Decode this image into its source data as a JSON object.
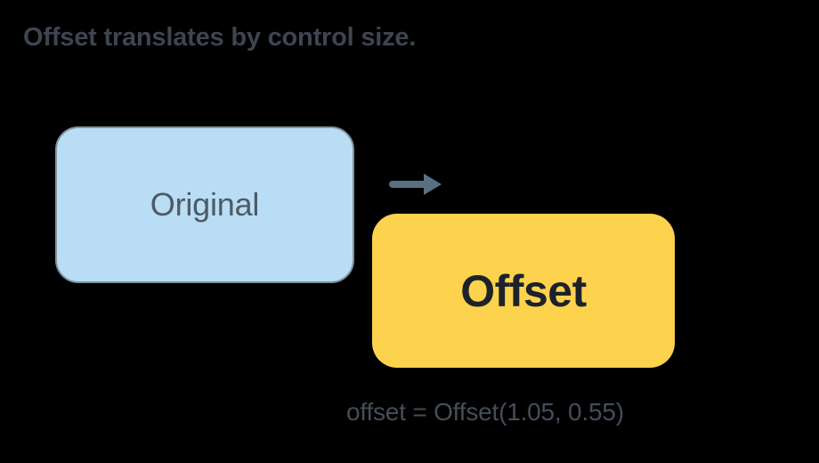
{
  "title": "Offset translates by control size.",
  "diagram": {
    "original_box": {
      "label": "Original"
    },
    "offset_box": {
      "label": "Offset"
    },
    "arrow_icon": "right-arrow",
    "caption": "offset = Offset(1.05, 0.55)"
  },
  "colors": {
    "background": "#000000",
    "title-text": "#3e4550",
    "original-fill": "#b9ddf4",
    "original-border": "#80929e",
    "original-text": "#4d5a66",
    "arrow": "#5a7080",
    "offset-fill": "#fdd24d",
    "offset-text": "#1d222a",
    "caption-text": "#454d59"
  }
}
